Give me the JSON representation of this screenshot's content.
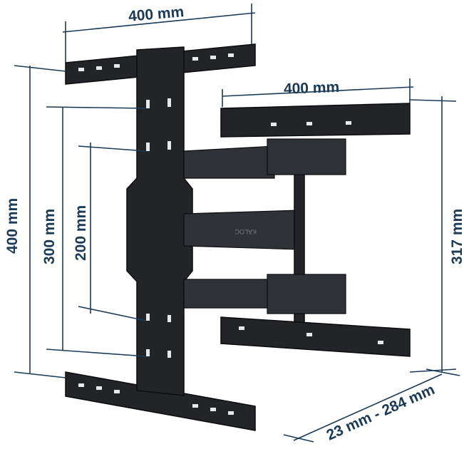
{
  "dimensions": {
    "top_width": "400 mm",
    "tv_bracket_width": "400 mm",
    "wall_height_outer": "400 mm",
    "wall_height_middle": "300 mm",
    "wall_height_inner": "200 mm",
    "tv_bracket_height": "317 mm",
    "extension_range": "23 mm - 284 mm"
  },
  "product": {
    "arm_brand": "KALOC"
  },
  "colors": {
    "dimension": "#1b3a56",
    "metal": "#222428"
  }
}
